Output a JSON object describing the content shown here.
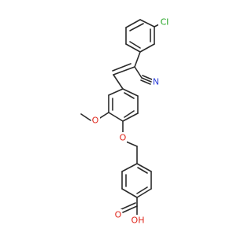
{
  "colors": {
    "bond": "#2b2b2b",
    "carbon_text": "#2b2b2b",
    "oxygen": "#e0261b",
    "nitrogen": "#2a3dd8",
    "chlorine": "#1fa31f",
    "background": "#ffffff"
  },
  "atoms": {
    "cl": "Cl",
    "n": "N",
    "o_methoxy": "O",
    "o_ether": "O",
    "o_carbonyl": "O",
    "oh": "OH"
  }
}
